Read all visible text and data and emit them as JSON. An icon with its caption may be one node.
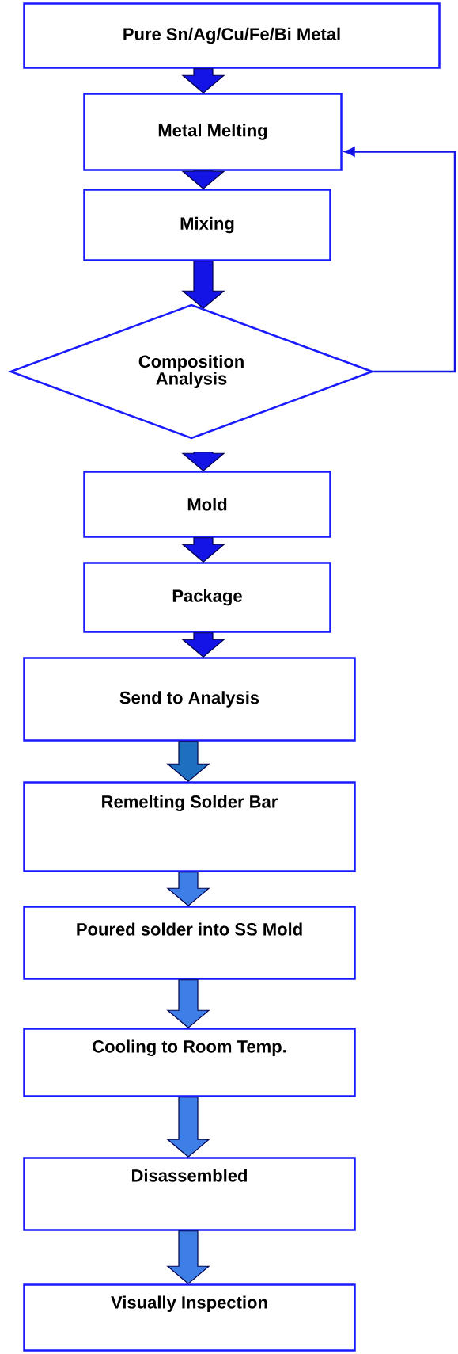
{
  "diagram": {
    "nodes": [
      {
        "text": [
          "Pure Sn/Ag/Cu/Fe/Bi Metal"
        ]
      },
      {
        "text": [
          "Metal Melting"
        ]
      },
      {
        "text": [
          "Mixing"
        ]
      },
      {
        "text": [
          "Composition Analysis"
        ]
      },
      {
        "text": [
          "Mold"
        ]
      },
      {
        "text": [
          "Package"
        ]
      },
      {
        "text": [
          "Send to Analysis"
        ]
      },
      {
        "text": [
          "Remelting Solder Bar"
        ]
      },
      {
        "text": [
          "Poured solder into SS Mold"
        ]
      },
      {
        "text": [
          "Cooling to Room Temp."
        ]
      },
      {
        "text": [
          "Disassembled"
        ]
      },
      {
        "text": [
          "Visually Inspection"
        ]
      }
    ],
    "edges": [
      {
        "from": 0,
        "to": 1,
        "arrow": "to"
      },
      {
        "from": 1,
        "to": 2,
        "arrow": "to"
      },
      {
        "from": 2,
        "to": 3,
        "arrow": "to"
      },
      {
        "from": 3,
        "to": 4,
        "arrow": "to"
      },
      {
        "from": 4,
        "to": 5,
        "arrow": "to"
      },
      {
        "from": 5,
        "to": 6,
        "arrow": "to"
      },
      {
        "from": 6,
        "to": 7,
        "arrow": "to",
        "color": "#1f6fc0"
      },
      {
        "from": 7,
        "to": 8,
        "arrow": "to",
        "color": "#3d7fe6"
      },
      {
        "from": 8,
        "to": 9,
        "arrow": "to",
        "color": "#3d7fe6"
      },
      {
        "from": 9,
        "to": 10,
        "arrow": "to",
        "color": "#3d7fe6"
      },
      {
        "from": 10,
        "to": 11,
        "arrow": "to",
        "color": "#3d7fe6"
      },
      {
        "from": 3,
        "to": 1,
        "arrow": "to"
      }
    ]
  }
}
